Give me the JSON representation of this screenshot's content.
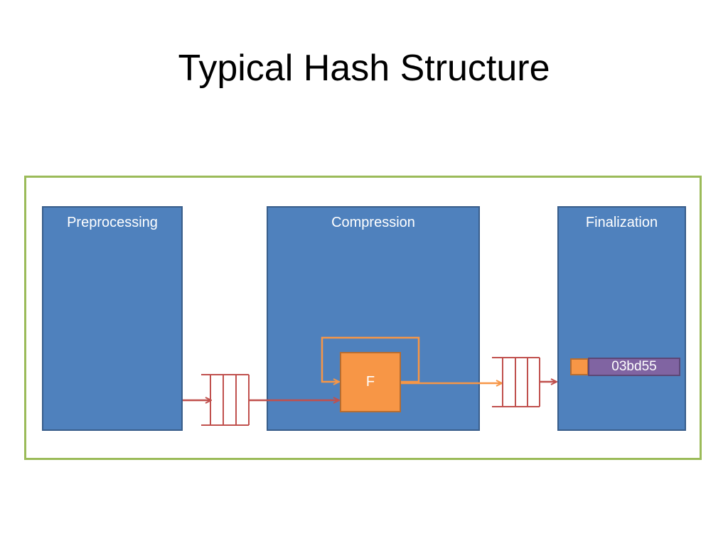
{
  "slide": {
    "title": "Typical Hash Structure"
  },
  "stages": {
    "preprocessing": "Preprocessing",
    "compression": "Compression",
    "finalization": "Finalization"
  },
  "compression_function": {
    "label": "F"
  },
  "output": {
    "value": "03bd55"
  },
  "colors": {
    "stage_fill": "#4f81bd",
    "stage_border": "#385d8a",
    "frame_border": "#9bbb59",
    "function_fill": "#f79646",
    "queue_arrow": "#c0504d",
    "output_fill": "#8064a2"
  }
}
